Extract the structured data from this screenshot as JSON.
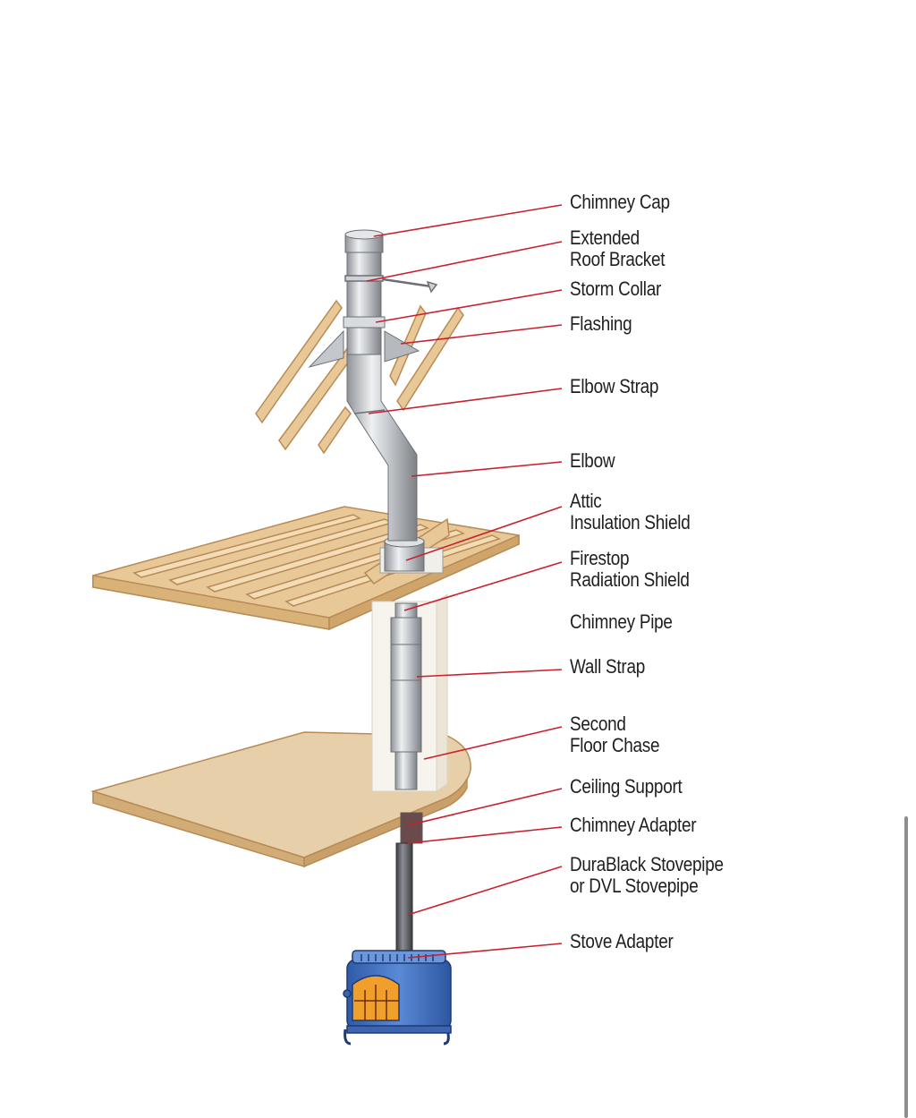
{
  "labels": {
    "chimney_cap": [
      "Chimney Cap"
    ],
    "extended_roof_bracket": [
      "Extended",
      "Roof Bracket"
    ],
    "storm_collar": [
      "Storm Collar"
    ],
    "flashing": [
      "Flashing"
    ],
    "elbow_strap": [
      "Elbow Strap"
    ],
    "elbow": [
      "Elbow"
    ],
    "attic_insulation_shield": [
      "Attic",
      "Insulation Shield"
    ],
    "firestop_radiation_shield": [
      "Firestop",
      "Radiation Shield"
    ],
    "chimney_pipe": [
      "Chimney Pipe"
    ],
    "wall_strap": [
      "Wall Strap"
    ],
    "second_floor_chase": [
      "Second",
      "Floor Chase"
    ],
    "ceiling_support": [
      "Ceiling Support"
    ],
    "chimney_adapter": [
      "Chimney Adapter"
    ],
    "stovepipe": [
      "DuraBlack Stovepipe",
      "or DVL Stovepipe"
    ],
    "stove_adapter": [
      "Stove Adapter"
    ]
  },
  "colors": {
    "leader_line": "#c8202e",
    "wood": "#e9c898",
    "wood_edge": "#b88a55",
    "steel": "#c9ccd0",
    "stove": "#4a78c8",
    "fire": "#f0a02a",
    "stovepipe": "#5a5d62"
  }
}
